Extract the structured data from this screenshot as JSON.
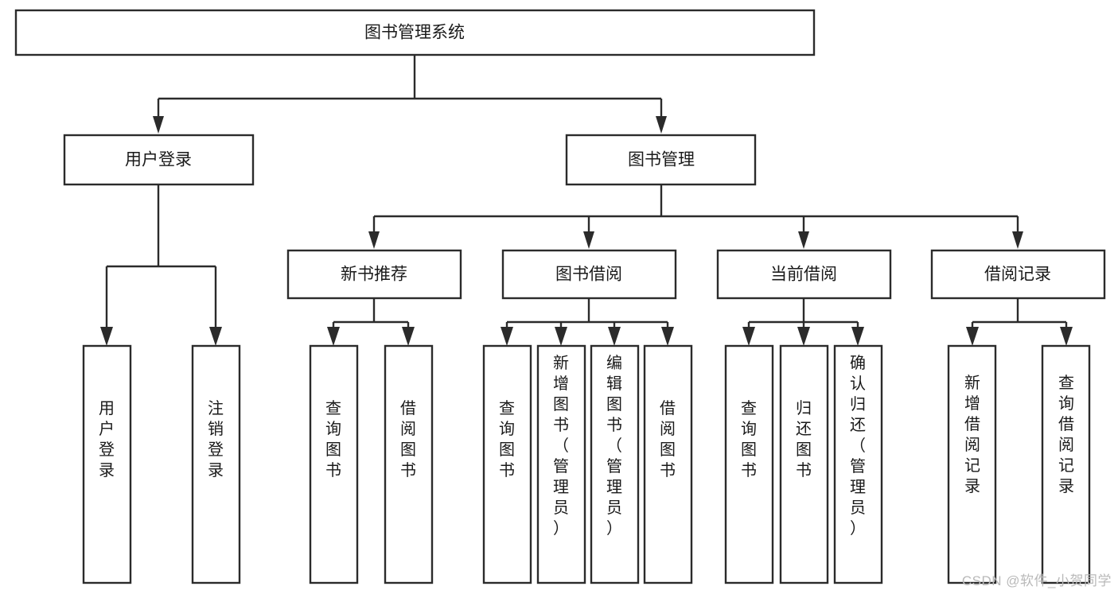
{
  "diagram": {
    "type": "tree-hierarchy-diagram",
    "title": "图书管理系统",
    "watermark": "CSDN @软件_小贺同学",
    "colors": {
      "box_stroke": "#2b2b2b",
      "box_fill": "#ffffff",
      "text": "#1a1a1a",
      "connector": "#2b2b2b",
      "watermark": "#b9b9b9",
      "background": "#ffffff"
    },
    "levels": {
      "root": {
        "label": "图书管理系统"
      },
      "level2": [
        {
          "label": "用户登录"
        },
        {
          "label": "图书管理"
        }
      ],
      "level3": [
        {
          "label": "新书推荐"
        },
        {
          "label": "图书借阅"
        },
        {
          "label": "当前借阅"
        },
        {
          "label": "借阅记录"
        }
      ],
      "leaves": [
        {
          "label": "用户登录",
          "parent": "用户登录"
        },
        {
          "label": "注销登录",
          "parent": "用户登录"
        },
        {
          "label": "查询图书",
          "parent": "新书推荐"
        },
        {
          "label": "借阅图书",
          "parent": "新书推荐"
        },
        {
          "label": "查询图书",
          "parent": "图书借阅"
        },
        {
          "label": "新增图书（管理员）",
          "parent": "图书借阅"
        },
        {
          "label": "编辑图书（管理员）",
          "parent": "图书借阅"
        },
        {
          "label": "借阅图书",
          "parent": "图书借阅"
        },
        {
          "label": "查询图书",
          "parent": "当前借阅"
        },
        {
          "label": "归还图书",
          "parent": "当前借阅"
        },
        {
          "label": "确认归还（管理员）",
          "parent": "当前借阅"
        },
        {
          "label": "新增借阅记录",
          "parent": "借阅记录"
        },
        {
          "label": "查询借阅记录",
          "parent": "借阅记录"
        }
      ]
    }
  }
}
